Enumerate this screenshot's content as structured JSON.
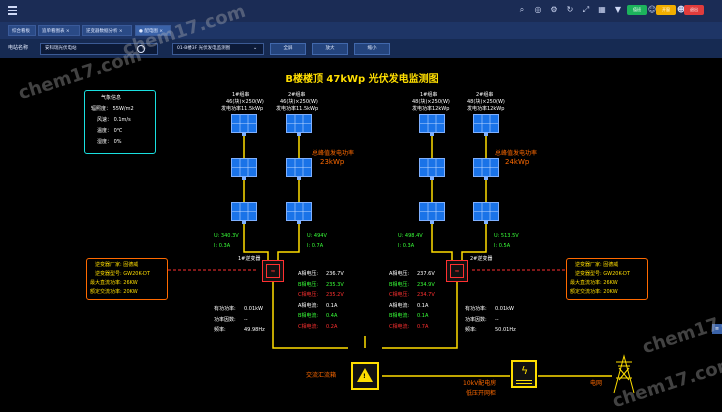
{
  "topbar": {
    "pills": [
      {
        "label": "值班",
        "color": "#1cb35c"
      },
      {
        "label": "开窗",
        "color": "#f0ad00"
      },
      {
        "label": "退出",
        "color": "#e03c3c"
      }
    ]
  },
  "tabs": [
    {
      "label": "综合看板"
    },
    {
      "label": "追单看图表 ×"
    },
    {
      "label": "逆变器数据分析 ×"
    },
    {
      "label": "● 配电图 ×"
    }
  ],
  "toolbar": {
    "station_label": "电站名称",
    "station_value": "安科瑞光伏电站",
    "view_value": "01-B楼3F 光伏发电监测图",
    "full_btn": "全屏",
    "zoom_in_btn": "放大",
    "zoom_out_btn": "缩小"
  },
  "diagram": {
    "title": "B楼楼顶 47kWp 光伏发电监测图",
    "weather": {
      "title": "气象信息",
      "rows": [
        "辐照度：  55W/m2",
        "风速：  0.1m/s",
        "温度：  0℃",
        "湿度：  0%"
      ]
    },
    "strings": [
      {
        "name": "1#组串",
        "spec": "46(块)×250(W)",
        "power": "发电功率11.5kWp"
      },
      {
        "name": "2#组串",
        "spec": "46(块)×250(W)",
        "power": "发电功率11.5kWp"
      },
      {
        "name": "1#组串",
        "spec": "48(块)×250(W)",
        "power": "发电功率12kWp"
      },
      {
        "name": "2#组串",
        "spec": "48(块)×250(W)",
        "power": "发电功率12kWp"
      }
    ],
    "peak_left": {
      "label": "总峰值发电功率",
      "value": "23kWp"
    },
    "peak_right": {
      "label": "总峰值发电功率",
      "value": "24kWp"
    },
    "dc": [
      {
        "u": "U: 340.3V",
        "i": "I: 0.3A"
      },
      {
        "u": "U: 494V",
        "i": "I: 0.7A"
      },
      {
        "u": "U: 498.4V",
        "i": "I: 0.3A"
      },
      {
        "u": "U: 513.5V",
        "i": "I: 0.5A"
      }
    ],
    "inverter_left_label": "1#逆变器",
    "inverter_right_label": "2#逆变器",
    "inv_info_left": [
      "逆变器厂家: 固德威",
      "逆变器型号: GW20K-DT",
      "最大直流功率: 26KW",
      "额定交流功率: 20KW"
    ],
    "inv_info_right": [
      "逆变器厂家: 固德威",
      "逆变器型号: GW20K-DT",
      "最大直流功率: 26KW",
      "额定交流功率: 20KW"
    ],
    "ac_left": [
      {
        "label": "A相电压:",
        "value": "236.7V",
        "c": "w"
      },
      {
        "label": "B相电压:",
        "value": "235.3V",
        "c": "g"
      },
      {
        "label": "C相电压:",
        "value": "235.2V",
        "c": "r"
      },
      {
        "label": "A相电流:",
        "value": "0.1A",
        "c": "w"
      },
      {
        "label": "B相电流:",
        "value": "0.4A",
        "c": "g"
      },
      {
        "label": "C相电流:",
        "value": "0.2A",
        "c": "r"
      }
    ],
    "ac_right": [
      {
        "label": "A相电压:",
        "value": "237.6V",
        "c": "w"
      },
      {
        "label": "B相电压:",
        "value": "234.9V",
        "c": "g"
      },
      {
        "label": "C相电压:",
        "value": "234.7V",
        "c": "r"
      },
      {
        "label": "A相电流:",
        "value": "0.1A",
        "c": "w"
      },
      {
        "label": "B相电流:",
        "value": "0.1A",
        "c": "g"
      },
      {
        "label": "C相电流:",
        "value": "0.7A",
        "c": "r"
      }
    ],
    "meter_left": [
      {
        "label": "有功功率:",
        "value": "0.01kW"
      },
      {
        "label": "功率因数:",
        "value": "--"
      },
      {
        "label": "频率:",
        "value": "49.98Hz"
      }
    ],
    "meter_right": [
      {
        "label": "有功功率:",
        "value": "0.01kW"
      },
      {
        "label": "功率因数:",
        "value": "--"
      },
      {
        "label": "频率:",
        "value": "50.01Hz"
      }
    ],
    "combiner_label": "交流汇流箱",
    "distribution_label": [
      "10kV配电房",
      "低压开网柜"
    ],
    "grid_label": "电网"
  },
  "watermarks": [
    "chem17.com",
    "chem17.com",
    "chem17.com",
    "chem17.com"
  ],
  "colors": {
    "accent": "#ffde00",
    "panel": "#1a73e8",
    "orange": "#ff6a00",
    "cyan": "#19e0e0"
  }
}
